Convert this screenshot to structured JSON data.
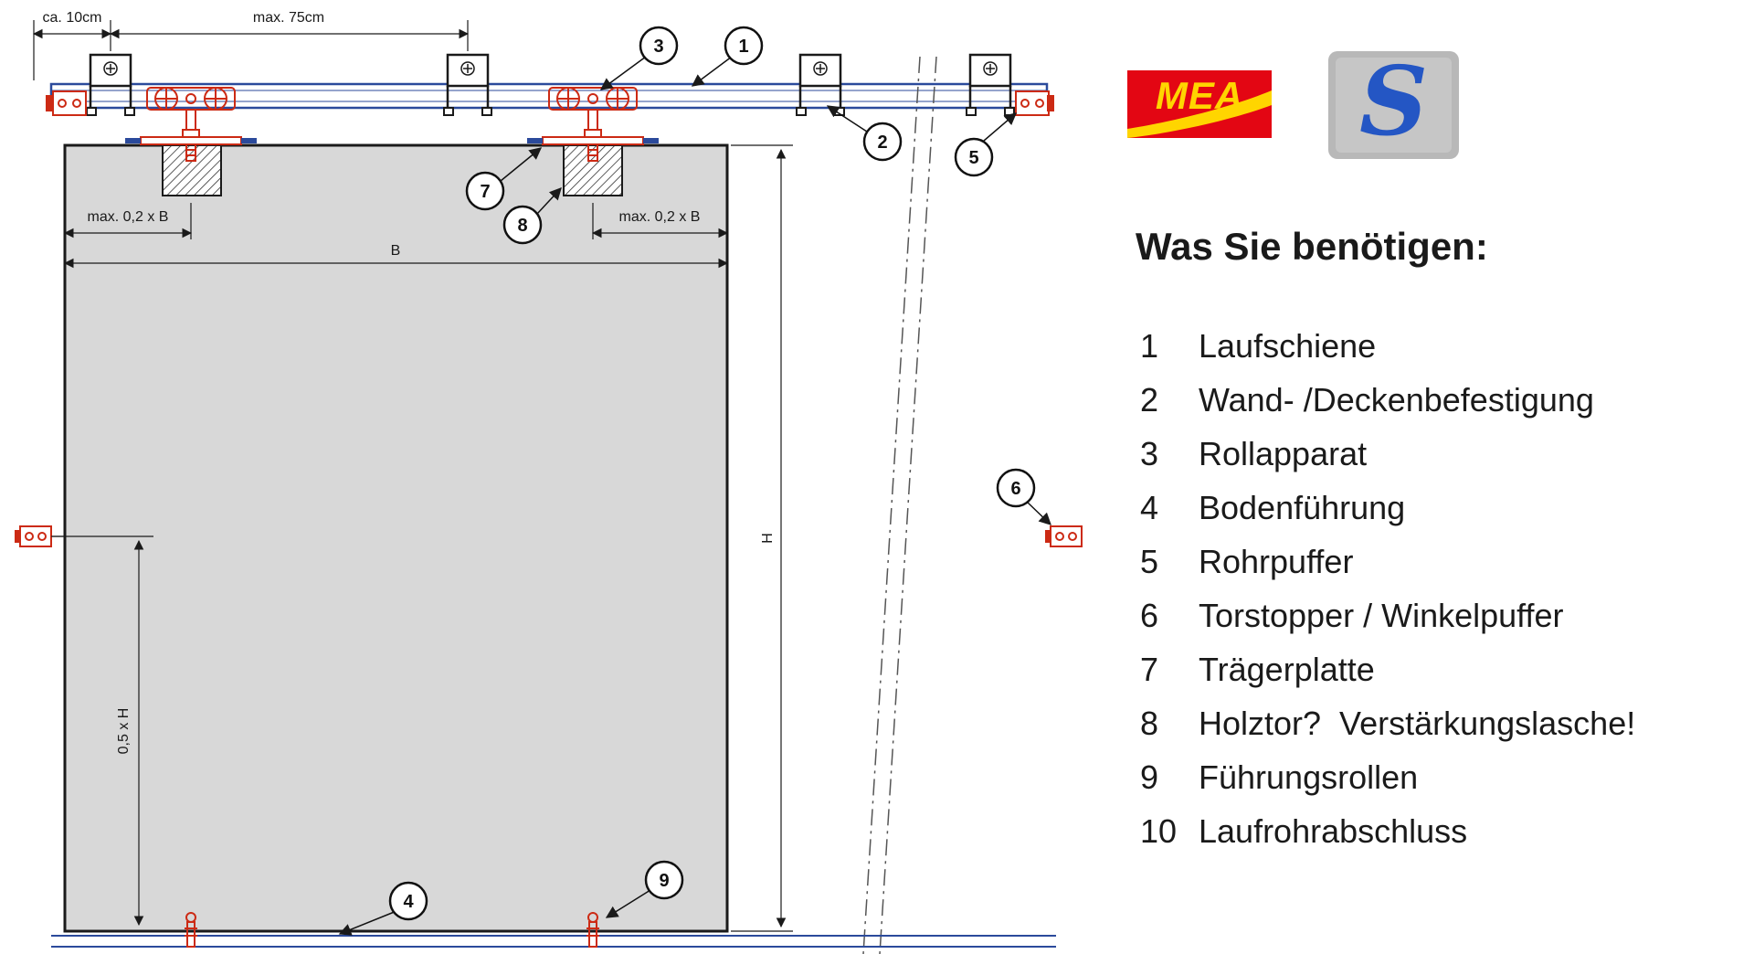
{
  "diagram": {
    "dims": {
      "wall_offset": "ca. 10cm",
      "bracket_spacing": "max. 75cm",
      "roller_offset_left": "max. 0,2 x B",
      "roller_offset_right": "max. 0,2 x B",
      "door_width": "B",
      "door_height": "H",
      "guide_height": "0,5 x H"
    },
    "callouts": {
      "c1": "1",
      "c2": "2",
      "c3": "3",
      "c4": "4",
      "c5": "5",
      "c6": "6",
      "c7": "7",
      "c8": "8",
      "c9": "9"
    }
  },
  "logos": {
    "mea_text": "MEA",
    "s_text": "S"
  },
  "legend": {
    "heading": "Was Sie benötigen:",
    "items": [
      {
        "num": "1",
        "label": "Laufschiene"
      },
      {
        "num": "2",
        "label": "Wand- /Deckenbefestigung"
      },
      {
        "num": "3",
        "label": "Rollapparat"
      },
      {
        "num": "4",
        "label": "Bodenführung"
      },
      {
        "num": "5",
        "label": "Rohrpuffer"
      },
      {
        "num": "6",
        "label": "Torstopper / Winkelpuffer"
      },
      {
        "num": "7",
        "label": "Trägerplatte"
      },
      {
        "num": "8",
        "label": "Holztor?  Verstärkungslasche!"
      },
      {
        "num": "9",
        "label": "Führungsrollen"
      },
      {
        "num": "10",
        "label": "Laufrohrabschluss"
      }
    ]
  },
  "colors": {
    "rail_blue": "#2b4a9b",
    "hardware_red": "#cc2a14",
    "door_gray": "#d8d8d8",
    "mea_red": "#e30613",
    "mea_yellow": "#ffd500",
    "s_blue": "#2456c4",
    "s_gray": "#b8b8b8"
  }
}
